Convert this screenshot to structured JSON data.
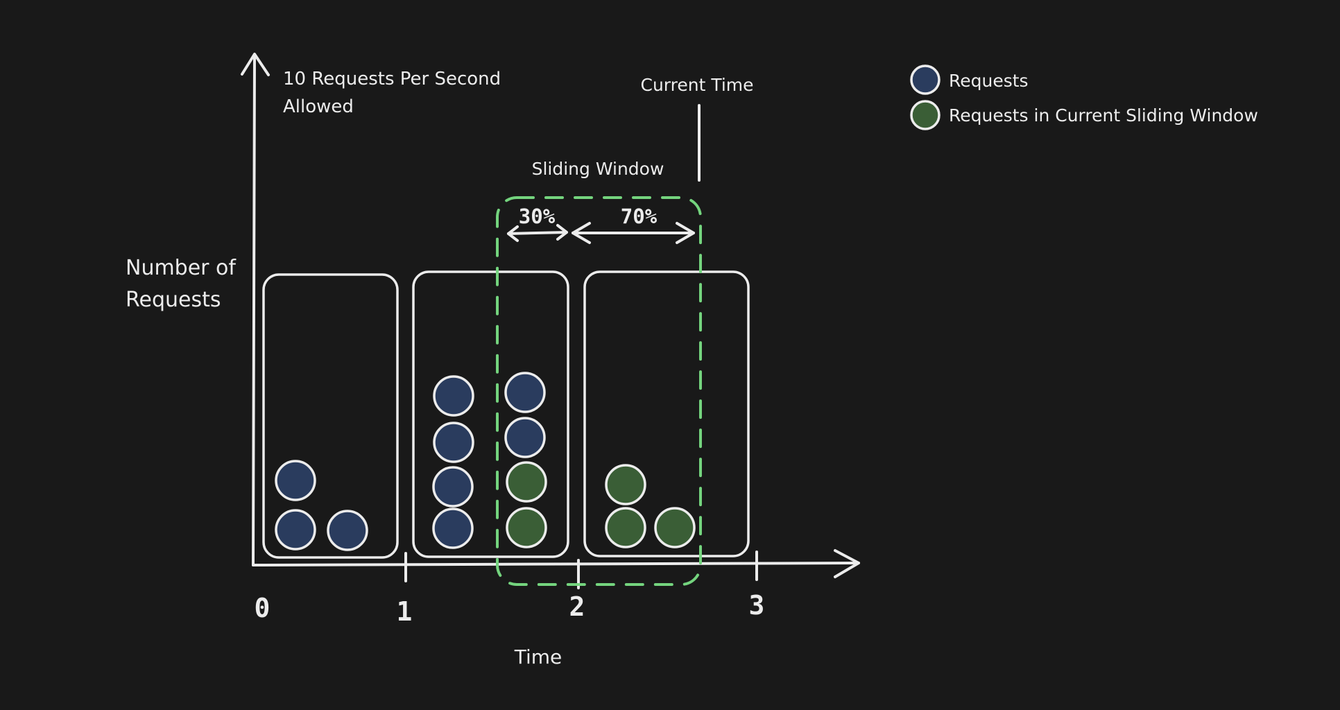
{
  "colors": {
    "background": "#191919",
    "stroke": "#ececec",
    "request": "#2a3c5e",
    "window_request": "#3a5e36",
    "window_border": "#74d47e"
  },
  "y_axis": {
    "label_line1": "Number of",
    "label_line2": "Requests"
  },
  "limit": {
    "line1": "10 Requests Per Second",
    "line2": "Allowed"
  },
  "x_axis": {
    "label": "Time",
    "ticks": [
      "0",
      "1",
      "2",
      "3"
    ]
  },
  "current_time": {
    "label": "Current Time"
  },
  "sliding_window": {
    "label": "Sliding Window",
    "left_pct": "30%",
    "right_pct": "70%"
  },
  "legend": [
    {
      "label": "Requests",
      "kind": "request"
    },
    {
      "label": "Requests in Current Sliding Window",
      "kind": "window_request"
    }
  ],
  "buckets": [
    {
      "interval": "0-1",
      "requests": 3,
      "in_window": 0
    },
    {
      "interval": "1-2",
      "requests": 8,
      "in_window": 2
    },
    {
      "interval": "2-3",
      "requests": 3,
      "in_window": 3
    }
  ]
}
